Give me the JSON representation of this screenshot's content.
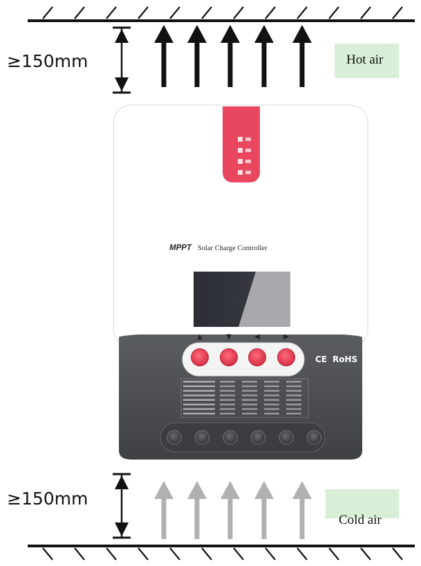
{
  "top_clearance": {
    "label": "≥150mm",
    "air_label": "Hot air",
    "arrow_color": "#111111",
    "arrow_count": 5
  },
  "bottom_clearance": {
    "label": "≥150mm",
    "air_label": "Cold air",
    "arrow_color": "#b0b0b0",
    "arrow_count": 5
  },
  "air_label_bg": "#d9eed6",
  "device": {
    "title": "Solar Charge Controller",
    "brand_mark": "MPPT",
    "certifications": "CE RoHS",
    "ce_mark": "CE",
    "rohs_mark": "RoHS",
    "button_glyphs": [
      "▲",
      "▼",
      "◀",
      "▶"
    ],
    "indicator_icons": [
      "pv-icon",
      "battery-icon",
      "load-icon",
      "warning-icon"
    ],
    "accent_color": "#e8475f",
    "body_color": "#ffffff",
    "base_color": "#4b4e51",
    "terminal_count": 6
  }
}
